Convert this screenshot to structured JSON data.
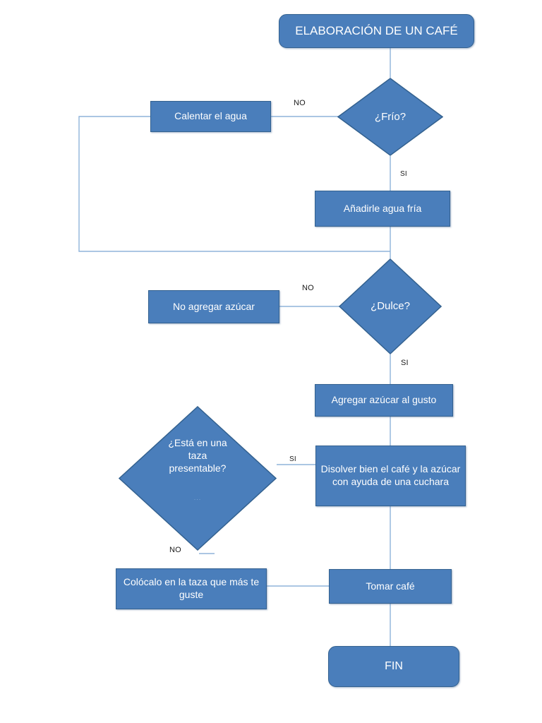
{
  "diagram": {
    "type": "flowchart",
    "title": "ELABORACIÓN DE UN CAFÉ",
    "language": "es",
    "theme": {
      "node_fill": "#4a7ebb",
      "node_border": "#33618f",
      "node_text": "#ffffff",
      "connector": "#8fb3da",
      "edge_label_text": "#1a1a1a",
      "background": "#ffffff"
    },
    "nodes": {
      "start": {
        "shape": "terminator",
        "label": "ELABORACIÓN DE UN CAFÉ"
      },
      "frio": {
        "shape": "decision",
        "label": "¿Frío?"
      },
      "calentar": {
        "shape": "process",
        "label": "Calentar el agua"
      },
      "anadir_fria": {
        "shape": "process",
        "label": "Añadirle agua fría"
      },
      "dulce": {
        "shape": "decision",
        "label": "¿Dulce?"
      },
      "no_azucar": {
        "shape": "process",
        "label": "No agregar azúcar"
      },
      "agregar_azucar": {
        "shape": "process",
        "label": "Agregar azúcar al gusto"
      },
      "disolver": {
        "shape": "process",
        "label": "Disolver bien el café y la azúcar con ayuda de una cuchara"
      },
      "taza_presentable": {
        "shape": "decision",
        "label": "¿Está en una\ntaza\npresentable?",
        "ghost_line": "..."
      },
      "colocalo": {
        "shape": "process",
        "label": "Colócalo en la taza que más te guste"
      },
      "tomar": {
        "shape": "process",
        "label": "Tomar café"
      },
      "fin": {
        "shape": "terminator",
        "label": "FIN"
      }
    },
    "edge_labels": {
      "frio_no": "NO",
      "frio_si": "SI",
      "dulce_no": "NO",
      "dulce_si": "SI",
      "taza_si": "SI",
      "taza_no": "NO"
    },
    "edges": [
      {
        "from": "start",
        "to": "frio",
        "label": ""
      },
      {
        "from": "frio",
        "to": "calentar",
        "label": "NO"
      },
      {
        "from": "frio",
        "to": "anadir_fria",
        "label": "SI"
      },
      {
        "from": "calentar",
        "to": "dulce",
        "label": ""
      },
      {
        "from": "anadir_fria",
        "to": "dulce",
        "label": ""
      },
      {
        "from": "dulce",
        "to": "no_azucar",
        "label": "NO"
      },
      {
        "from": "dulce",
        "to": "agregar_azucar",
        "label": "SI"
      },
      {
        "from": "agregar_azucar",
        "to": "disolver",
        "label": ""
      },
      {
        "from": "taza_presentable",
        "to": "disolver",
        "label": "SI"
      },
      {
        "from": "taza_presentable",
        "to": "colocalo",
        "label": "NO"
      },
      {
        "from": "disolver",
        "to": "tomar",
        "label": ""
      },
      {
        "from": "colocalo",
        "to": "tomar",
        "label": ""
      },
      {
        "from": "tomar",
        "to": "fin",
        "label": ""
      }
    ]
  }
}
